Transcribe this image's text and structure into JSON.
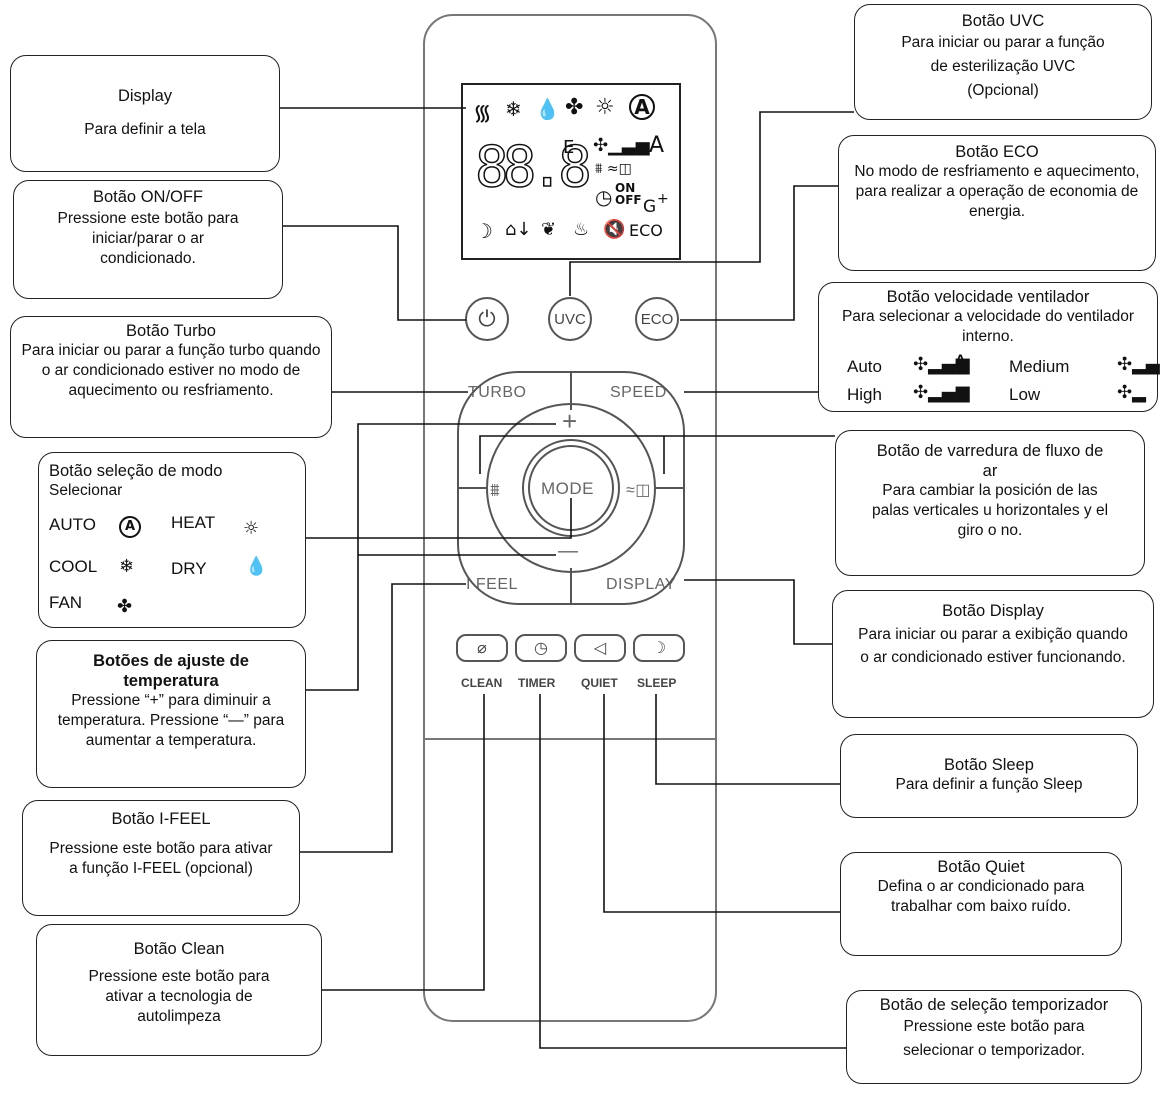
{
  "remote": {
    "lcd_digits": "88.8",
    "lcd_e": "E",
    "lcd_fan_a": "A",
    "lcd_on": "ON",
    "lcd_off": "OFF",
    "lcd_g": "G",
    "lcd_eco": "ECO",
    "btn_uvc": "UVC",
    "btn_eco": "ECO",
    "pad_turbo": "TURBO",
    "pad_speed": "SPEED",
    "pad_mode": "MODE",
    "pad_ifeel": "I FEEL",
    "pad_display": "DISPLAY",
    "pad_plus": "+",
    "pad_minus": "—",
    "label_clean": "CLEAN",
    "label_timer": "TIMER",
    "label_quiet": "QUIET",
    "label_sleep": "SLEEP"
  },
  "callouts": {
    "display": {
      "title": "Display",
      "desc": "Para definir a tela"
    },
    "onoff": {
      "title": "Botão ON/OFF",
      "desc": "Pressione este botão para iniciar/parar o ar condicionado."
    },
    "turbo": {
      "title": "Botão Turbo",
      "desc": "Para iniciar ou parar a função turbo quando o ar condicionado estiver no modo de aquecimento ou resfriamento."
    },
    "mode": {
      "title": "Botão seleção de modo",
      "subtitle": "Selecionar",
      "auto": "AUTO",
      "heat": "HEAT",
      "cool": "COOL",
      "dry": "DRY",
      "fan": "FAN"
    },
    "temp": {
      "title": "Botões de ajuste de temperatura",
      "desc": "Pressione “+” para diminuir a temperatura. Pressione “—” para aumentar a temperatura."
    },
    "ifeel": {
      "title": "Botão I-FEEL",
      "desc": "Pressione este botão para ativar a função I-FEEL (opcional)"
    },
    "clean": {
      "title": "Botão Clean",
      "desc": "Pressione este botão para ativar a tecnologia de autolimpeza"
    },
    "uvc": {
      "title": "Botão UVC",
      "desc": "Para iniciar ou parar a função de esterilização UVC (Opcional)"
    },
    "eco": {
      "title": "Botão ECO",
      "desc": "No modo de resfriamento e aquecimento, para realizar a operação de economia de energia."
    },
    "speed": {
      "title": "Botão velocidade ventilador",
      "desc": "Para selecionar a velocidade do ventilador interno.",
      "auto": "Auto",
      "medium": "Medium",
      "high": "High",
      "low": "Low",
      "auto_a": "A"
    },
    "swing": {
      "title": "Botão de varredura de fluxo de ar",
      "desc": "Para cambiar la posición de las palas verticales u horizontales y el giro o no."
    },
    "displaybtn": {
      "title": "Botão Display",
      "desc": "Para iniciar ou parar a exibição quando o ar condicionado estiver funcionando."
    },
    "sleep": {
      "title": "Botão Sleep",
      "desc": "Para definir a função Sleep"
    },
    "quiet": {
      "title": "Botão Quiet",
      "desc": "Defina o ar condicionado para trabalhar com baixo ruído."
    },
    "timer": {
      "title": "Botão de seleção temporizador",
      "desc": "Pressione este botão para selecionar o temporizador."
    }
  }
}
